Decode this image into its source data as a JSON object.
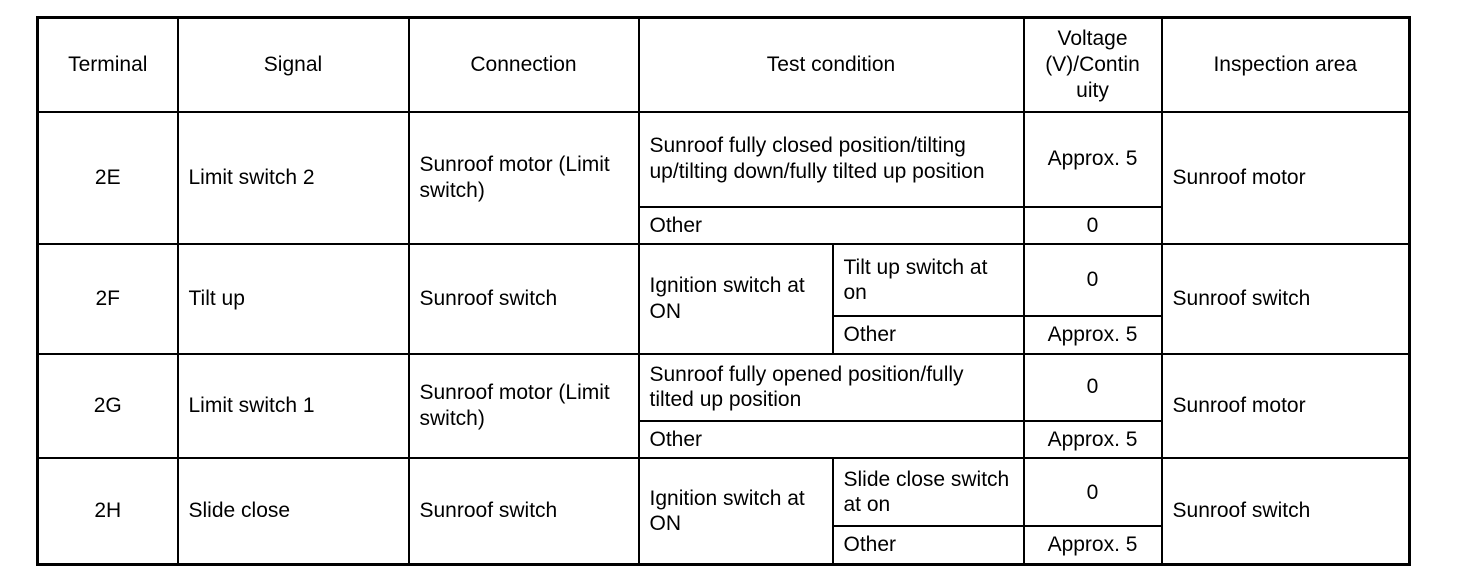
{
  "table": {
    "headers": [
      "Terminal",
      "Signal",
      "Connection",
      "Test condition",
      "Voltage (V)/Contin uity",
      "Inspection area"
    ],
    "rows": [
      {
        "terminal": "2E",
        "signal": "Limit switch 2",
        "connection": "Sunroof motor (Limit switch)",
        "inspection_area": "Sunroof motor",
        "conditions": [
          {
            "test_condition": "Sunroof fully closed position/tilting up/tilting down/fully tilted up position",
            "sub_condition": null,
            "voltage": "Approx. 5"
          },
          {
            "test_condition": "Other",
            "sub_condition": null,
            "voltage": "0"
          }
        ]
      },
      {
        "terminal": "2F",
        "signal": "Tilt up",
        "connection": "Sunroof switch",
        "inspection_area": "Sunroof switch",
        "conditions": [
          {
            "test_condition": "Ignition switch at ON",
            "sub_condition": "Tilt up switch at on",
            "voltage": "0"
          },
          {
            "test_condition": null,
            "sub_condition": "Other",
            "voltage": "Approx. 5"
          }
        ]
      },
      {
        "terminal": "2G",
        "signal": "Limit switch 1",
        "connection": "Sunroof motor (Limit switch)",
        "inspection_area": "Sunroof motor",
        "conditions": [
          {
            "test_condition": "Sunroof fully opened position/fully tilted up position",
            "sub_condition": null,
            "voltage": "0"
          },
          {
            "test_condition": "Other",
            "sub_condition": null,
            "voltage": "Approx. 5"
          }
        ]
      },
      {
        "terminal": "2H",
        "signal": "Slide close",
        "connection": "Sunroof switch",
        "inspection_area": "Sunroof switch",
        "conditions": [
          {
            "test_condition": "Ignition switch at ON",
            "sub_condition": "Slide close switch at on",
            "voltage": "0"
          },
          {
            "test_condition": null,
            "sub_condition": "Other",
            "voltage": "Approx. 5"
          }
        ]
      }
    ]
  },
  "colors": {
    "border": "#000000",
    "text": "#000000",
    "background": "#ffffff"
  }
}
